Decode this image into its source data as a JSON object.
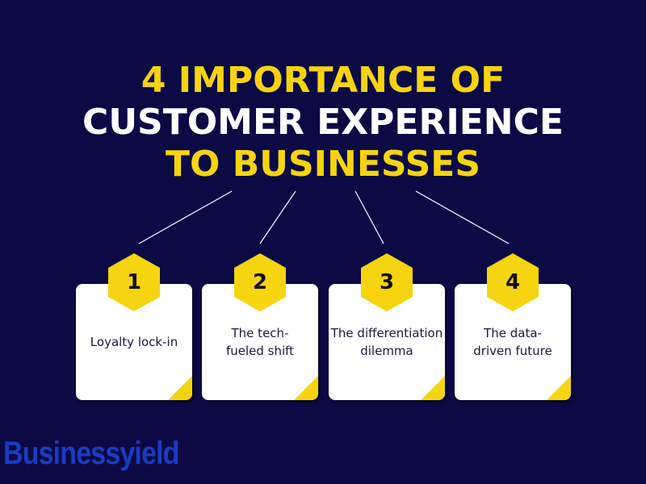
{
  "title": {
    "line1": "4 IMPORTANCE OF",
    "line2": "CUSTOMER EXPERIENCE",
    "line3": "TO BUSINESSES"
  },
  "items": [
    {
      "number": "1",
      "label": "Loyalty lock-in"
    },
    {
      "number": "2",
      "label": "The tech-fueled shift"
    },
    {
      "number": "3",
      "label": "The differentiation dilemma"
    },
    {
      "number": "4",
      "label": "The data-driven future"
    }
  ],
  "logo": {
    "text": "Businessyield"
  },
  "colors": {
    "background": "#0b0a45",
    "accent": "#f6d40f"
  }
}
